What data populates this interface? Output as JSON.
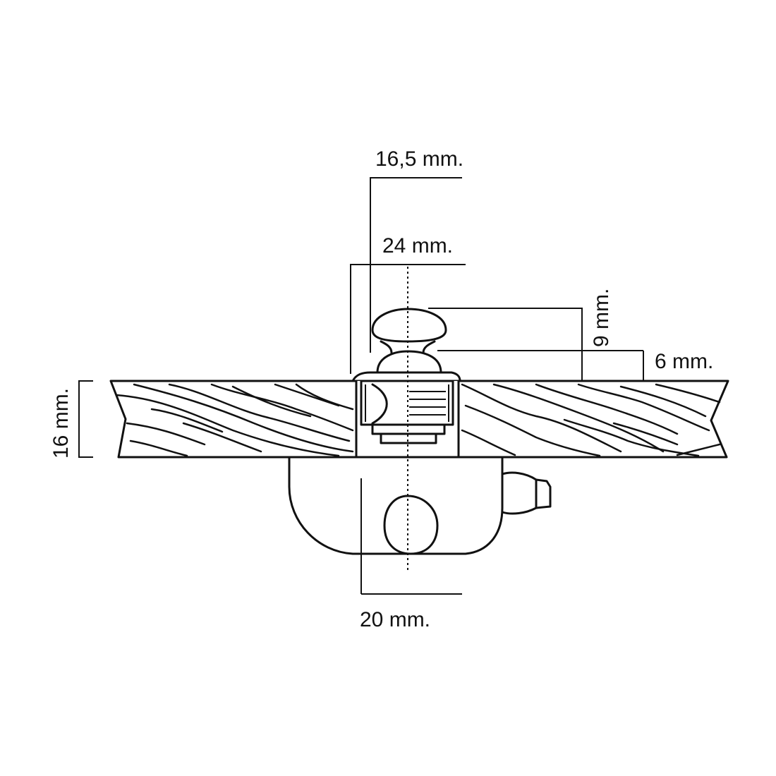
{
  "dimensions": {
    "top_width": "16,5 mm.",
    "flange_width": "24 mm.",
    "knob_height": "9 mm.",
    "protrusion": "6 mm.",
    "board_thickness": "16 mm.",
    "body_width": "20 mm."
  }
}
